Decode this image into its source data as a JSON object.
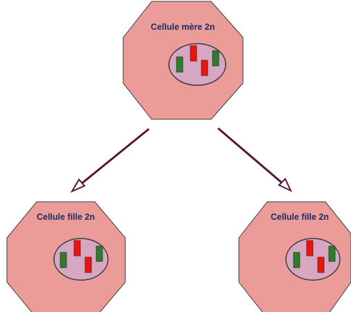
{
  "colors": {
    "cell_fill": "#eb9b98",
    "cell_stroke": "#3a3a3a",
    "nucleus_fill": "#d6a6c2",
    "nucleus_stroke": "#3a3a3a",
    "chromosome_green": "#2f7d2c",
    "chromosome_red": "#e8160f",
    "arrow": "#5c1438",
    "label": "#1d2b66"
  },
  "mother_cell": {
    "label": "Cellule mère 2n"
  },
  "daughter_cells": [
    {
      "label": "Cellule fille 2n"
    },
    {
      "label": "Cellule fille 2n"
    }
  ]
}
